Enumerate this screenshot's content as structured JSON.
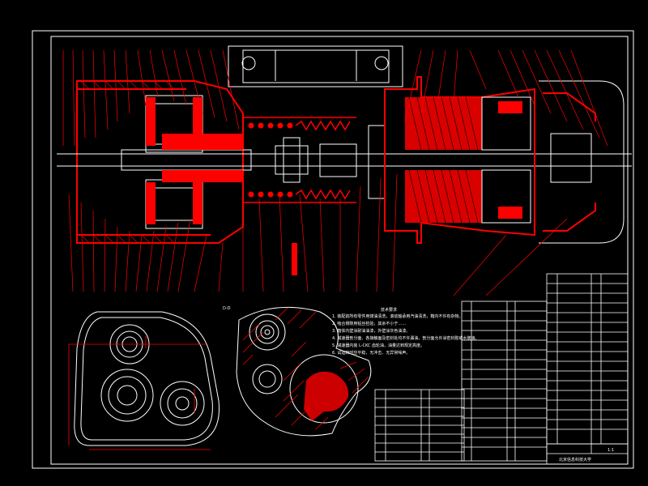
{
  "drawing": {
    "section_label": "D-D",
    "notes_title": "技术要求",
    "notes": [
      "1. 装配前所有零件用煤油清洗，滚动轴承用汽油清洗，箱内不许有杂物。",
      "2. 啮合侧隙用铅丝检验，其余不小于……",
      "3. 箱体内壁涂耐油油漆，外壁涂灰色油漆。",
      "4. 减速器剖分面、各接触面及密封处均不许漏油，剖分面允许涂密封胶或水玻璃。",
      "5. 减速器内装 L-CKC 齿轮油，油量达到规定高度。",
      "6. 试运转时应平稳，无冲击、无异常噪声。"
    ],
    "institution": "北京信息科技大学",
    "scale": "1:1"
  },
  "colors": {
    "background": "#000000",
    "part_lines": "#ff0000",
    "outline": "#ffffff"
  }
}
